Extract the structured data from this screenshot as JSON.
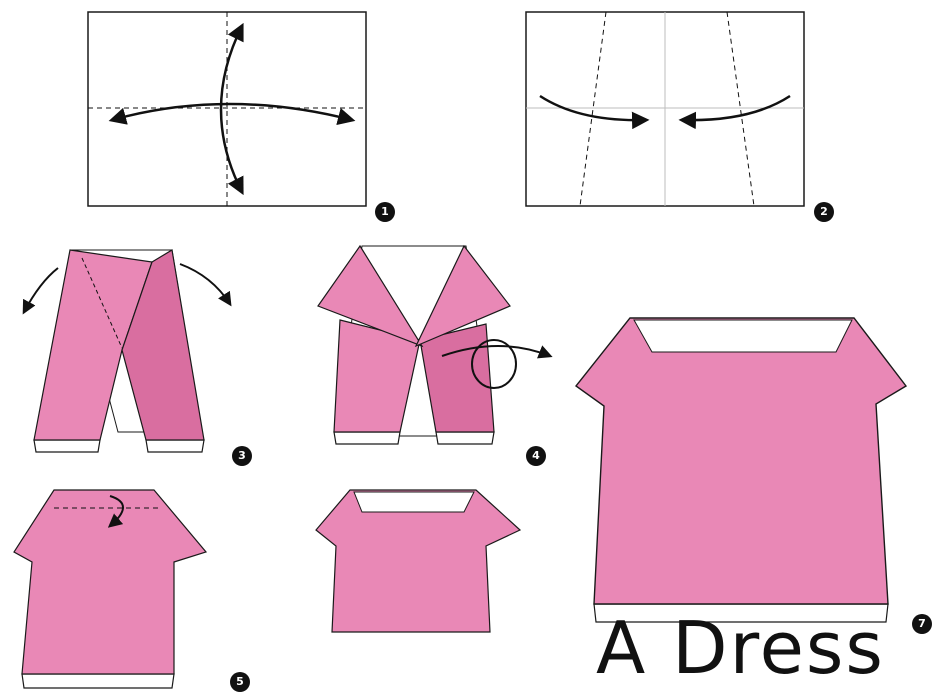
{
  "title": "A Dress",
  "steps": [
    "1",
    "2",
    "3",
    "4",
    "5",
    "7"
  ],
  "colors": {
    "paper_pink": "#e988b6",
    "paper_dark_pink": "#d96ea0",
    "paper_white": "#ffffff",
    "outline": "#1a1a1a",
    "crease": "#bdbdbd"
  }
}
